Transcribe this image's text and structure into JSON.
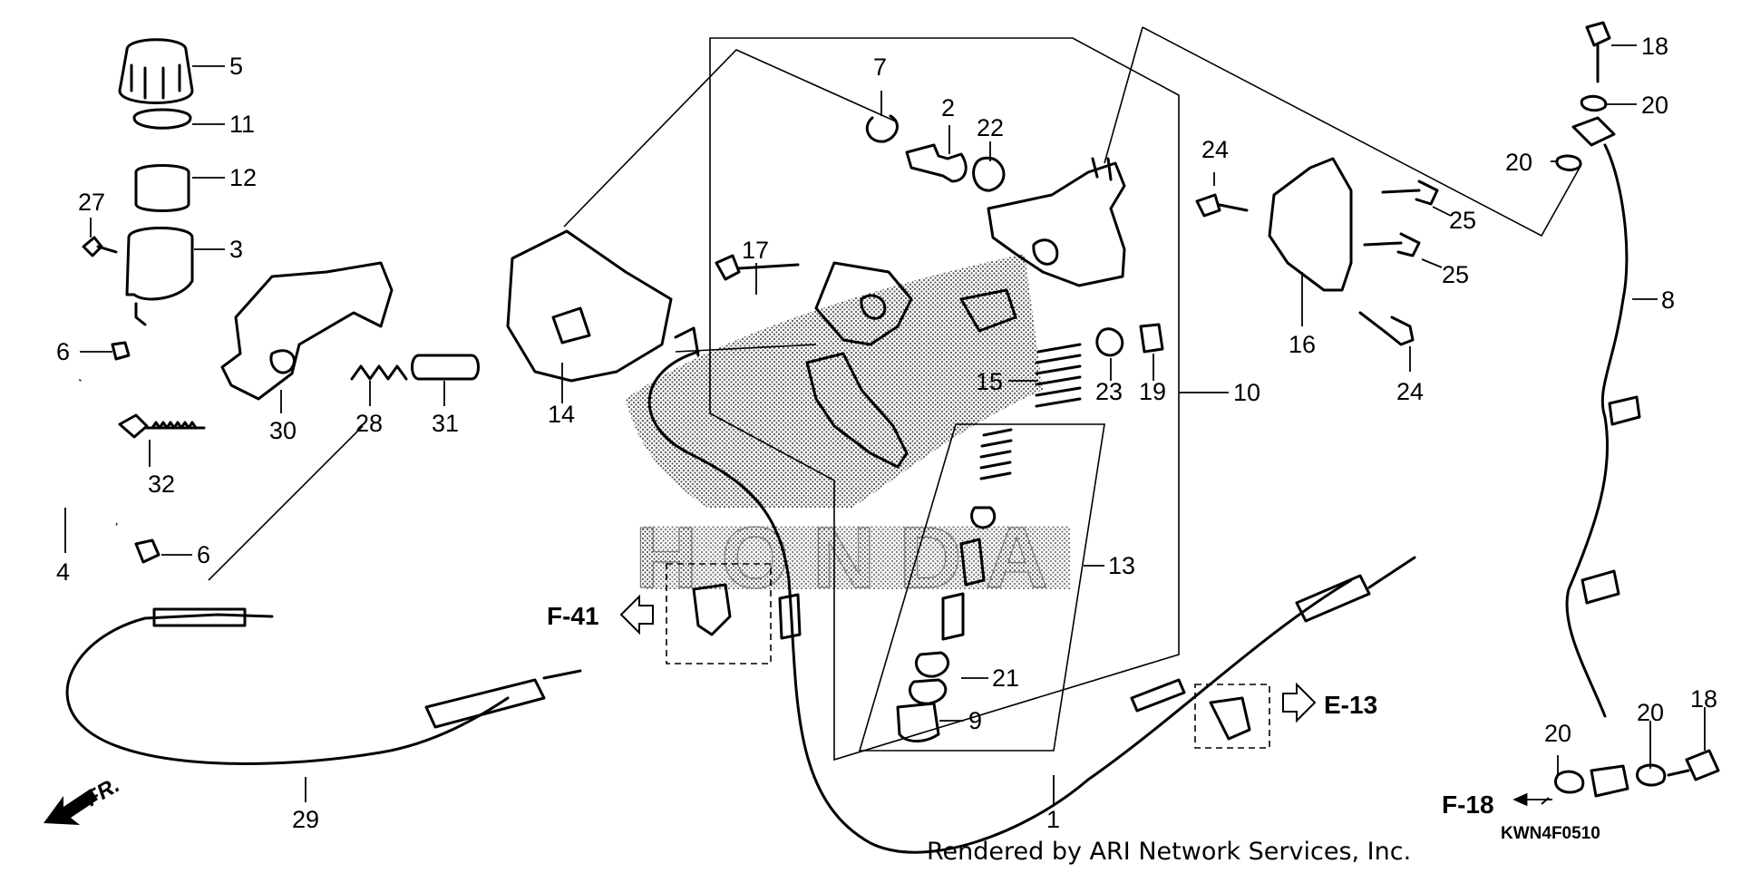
{
  "diagram": {
    "callouts": [
      {
        "id": "5",
        "label": "5"
      },
      {
        "id": "11",
        "label": "11"
      },
      {
        "id": "12",
        "label": "12"
      },
      {
        "id": "27",
        "label": "27"
      },
      {
        "id": "3",
        "label": "3"
      },
      {
        "id": "6a",
        "label": "6"
      },
      {
        "id": "4",
        "label": "4"
      },
      {
        "id": "6b",
        "label": "6"
      },
      {
        "id": "32",
        "label": "32"
      },
      {
        "id": "30",
        "label": "30"
      },
      {
        "id": "28",
        "label": "28"
      },
      {
        "id": "31",
        "label": "31"
      },
      {
        "id": "14",
        "label": "14"
      },
      {
        "id": "29",
        "label": "29"
      },
      {
        "id": "7",
        "label": "7"
      },
      {
        "id": "2",
        "label": "2"
      },
      {
        "id": "22",
        "label": "22"
      },
      {
        "id": "17",
        "label": "17"
      },
      {
        "id": "15",
        "label": "15"
      },
      {
        "id": "23",
        "label": "23"
      },
      {
        "id": "19",
        "label": "19"
      },
      {
        "id": "10",
        "label": "10"
      },
      {
        "id": "24a",
        "label": "24"
      },
      {
        "id": "25a",
        "label": "25"
      },
      {
        "id": "25b",
        "label": "25"
      },
      {
        "id": "16",
        "label": "16"
      },
      {
        "id": "24b",
        "label": "24"
      },
      {
        "id": "13",
        "label": "13"
      },
      {
        "id": "21",
        "label": "21"
      },
      {
        "id": "9",
        "label": "9"
      },
      {
        "id": "1",
        "label": "1"
      },
      {
        "id": "18a",
        "label": "18"
      },
      {
        "id": "20a",
        "label": "20"
      },
      {
        "id": "20b",
        "label": "20"
      },
      {
        "id": "8",
        "label": "8"
      },
      {
        "id": "20c",
        "label": "20"
      },
      {
        "id": "20d",
        "label": "20"
      },
      {
        "id": "18b",
        "label": "18"
      }
    ],
    "references": {
      "f41": "F-41",
      "e13": "E-13",
      "f18": "F-18"
    },
    "front_marker": "FR.",
    "diagram_code": "KWN4F0510",
    "footer": "Rendered by ARI Network Services, Inc.",
    "watermark_text": "HONDA"
  }
}
